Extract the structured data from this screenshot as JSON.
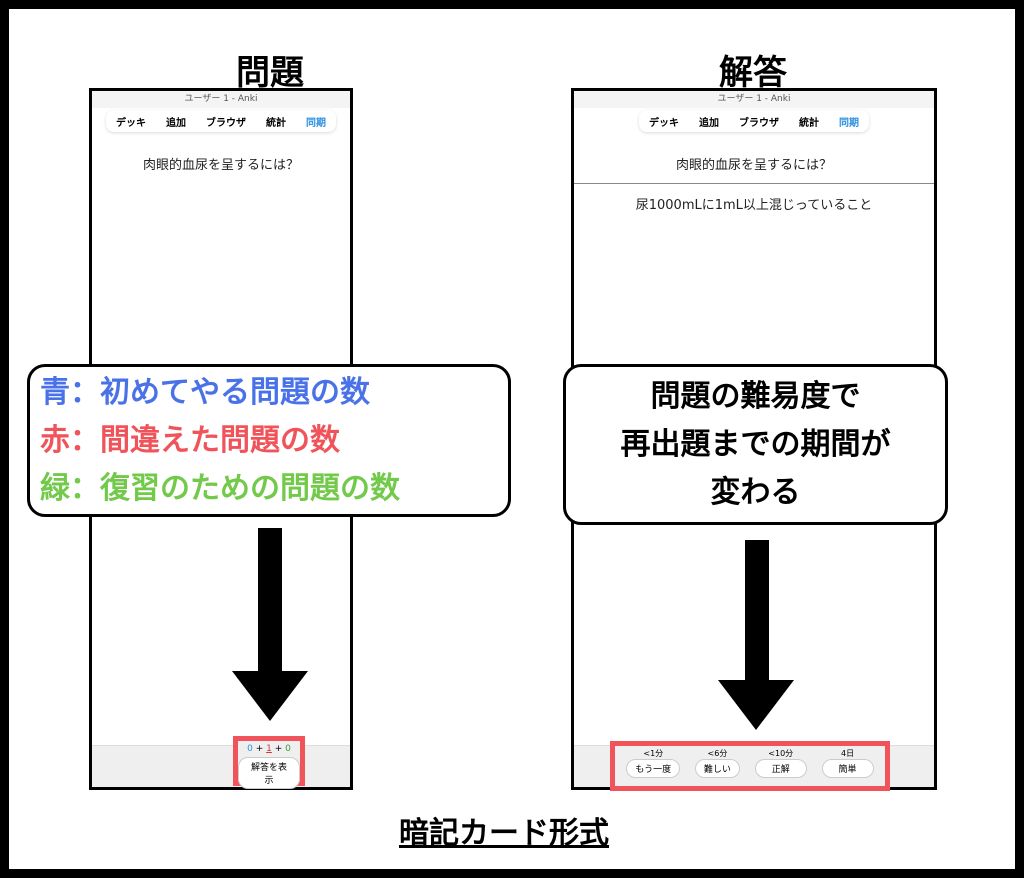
{
  "titles": {
    "question": "問題",
    "answer": "解答",
    "bottom": "暗記カード形式"
  },
  "window_title": "ユーザー 1 - Anki",
  "nav": [
    "デッキ",
    "追加",
    "ブラウザ",
    "統計",
    "同期"
  ],
  "question": "肉眼的血尿を呈するには？",
  "answer": "尿1000mLに1mL以上混じっていること",
  "counts": {
    "new": "0",
    "plus1": "+",
    "learn": "1",
    "plus2": "+",
    "review": "0"
  },
  "show_answer": "解答を表示",
  "intervals": [
    "<1分",
    "<6分",
    "<10分",
    "4日"
  ],
  "ease_buttons": [
    "もう一度",
    "難しい",
    "正解",
    "簡単"
  ],
  "legend": {
    "blue": "青：初めてやる問題の数",
    "red": "赤：間違えた問題の数",
    "green": "緑：復習のための問題の数"
  },
  "note": [
    "問題の難易度で",
    "再出題までの期間が",
    "変わる"
  ],
  "colors": {
    "blue": "#4a72e8",
    "red": "#f0545a",
    "green": "#72c94a",
    "sync": "#2d8fe0"
  }
}
